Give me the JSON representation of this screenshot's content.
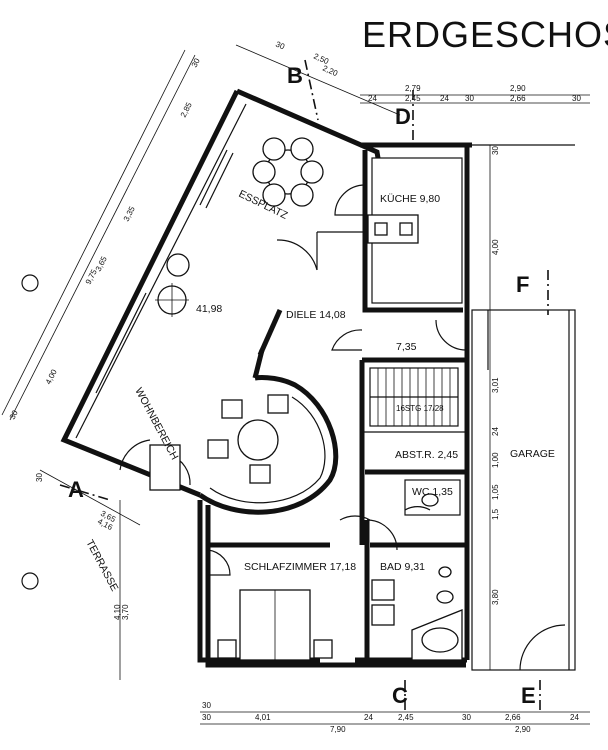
{
  "title": "ERDGESCHOSS",
  "rooms": {
    "essplatz": "ESSPLATZ",
    "kueche": "KÜCHE 9,80",
    "diele": "DIELE 14,08",
    "flur": "7,35",
    "wohnbereich": "WOHNBEREICH",
    "area_41": "41,98",
    "stair": "16STG 17/28",
    "abstr": "ABST.R. 2,45",
    "wc": "WC 1,35",
    "garage": "GARAGE",
    "terrasse": "TERRASSE",
    "schlafzimmer": "SCHLAFZIMMER 17,18",
    "bad": "BAD 9,31"
  },
  "sections": {
    "a": "A",
    "b": "B",
    "c": "C",
    "d": "D",
    "e": "E",
    "f": "F"
  },
  "dims": {
    "top": [
      "30",
      "2,50",
      "2,20",
      "2,79",
      "2,45",
      "24",
      "24",
      "2,90",
      "30",
      "2,66",
      "30"
    ],
    "left": [
      "2,85",
      "9,75",
      "3,65",
      "3,35",
      "4,00",
      "30",
      "30"
    ],
    "lower_left": [
      "30",
      "3,65",
      "4,16",
      "4,10",
      "3,70"
    ],
    "right": [
      "30",
      "4,00",
      "3,01",
      "24",
      "1,00",
      "1,05",
      "1,5",
      "3,80"
    ],
    "bottom": [
      "30",
      "30",
      "4,01",
      "24",
      "7,90",
      "2,45",
      "30",
      "2,66",
      "2,90",
      "24"
    ]
  }
}
